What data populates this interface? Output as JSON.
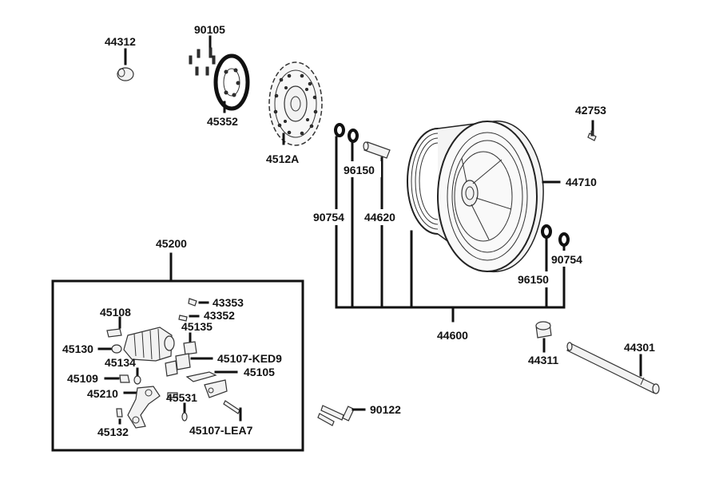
{
  "labels": {
    "p44312": "44312",
    "p90105": "90105",
    "p45352": "45352",
    "p4512A": "4512A",
    "p42753": "42753",
    "p44710": "44710",
    "p96150_top": "96150",
    "p90754_left": "90754",
    "p44620": "44620",
    "p90754_right": "90754",
    "p96150_right": "96150",
    "p44600": "44600",
    "p44311": "44311",
    "p44301": "44301",
    "p45200": "45200",
    "p43353": "43353",
    "p43352": "43352",
    "p45108": "45108",
    "p45135": "45135",
    "p45130": "45130",
    "p45134": "45134",
    "p45107_KED9": "45107-KED9",
    "p45105": "45105",
    "p45109": "45109",
    "p45210": "45210",
    "p45531": "45531",
    "p45132": "45132",
    "p45107_LEA7": "45107-LEA7",
    "p90122": "90122"
  },
  "colors": {
    "ink": "#111111",
    "part_fill": "#f2f2f2",
    "background": "#ffffff"
  }
}
